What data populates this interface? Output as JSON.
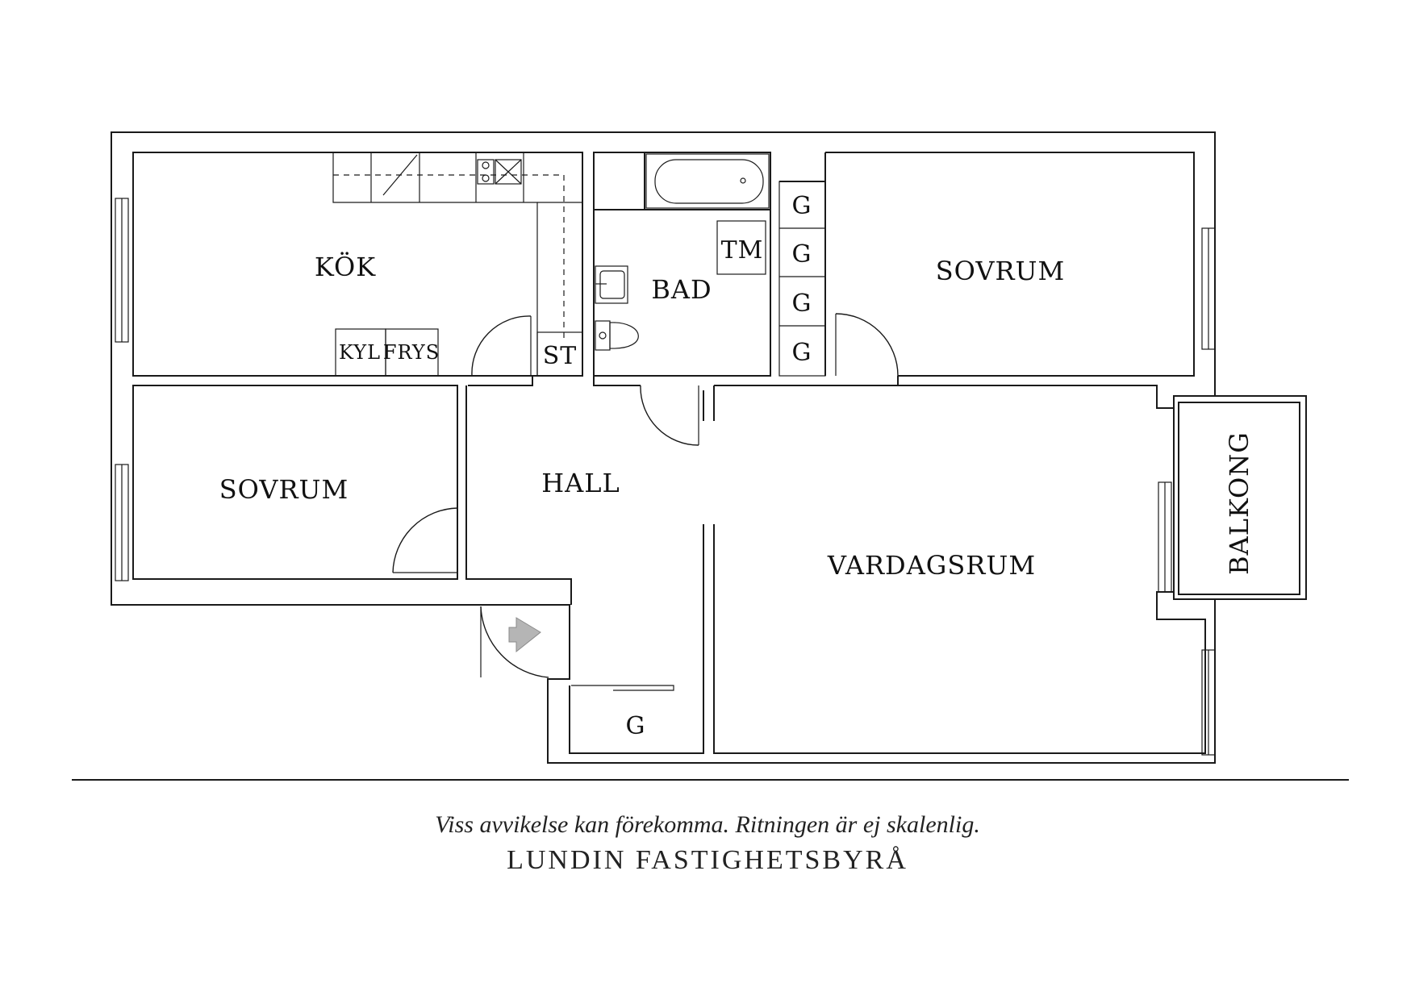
{
  "rooms": {
    "kitchen": "KÖK",
    "bath": "BAD",
    "bedroom_right": "SOVRUM",
    "bedroom_left": "SOVRUM",
    "hall": "HALL",
    "living": "VARDAGSRUM",
    "balcony": "BALKONG"
  },
  "fixtures": {
    "fridge": "KYL",
    "freezer": "FRYS",
    "cleaning_closet": "ST",
    "washing_machine": "TM",
    "wardrobe_1": "G",
    "wardrobe_2": "G",
    "wardrobe_3": "G",
    "wardrobe_4": "G",
    "wardrobe_hall": "G"
  },
  "footer": {
    "disclaimer": "Viss avvikelse kan förekomma. Ritningen är ej skalenlig.",
    "brand": "LUNDIN FASTIGHETSBYRÅ"
  },
  "colors": {
    "walls": "#1a1a1a",
    "entrance_arrow": "#b5b5b5"
  },
  "icons": [
    "entrance-arrow-icon",
    "bathtub-icon",
    "sink-icon",
    "toilet-icon",
    "stove-icon",
    "kitchen-sink-icon"
  ]
}
